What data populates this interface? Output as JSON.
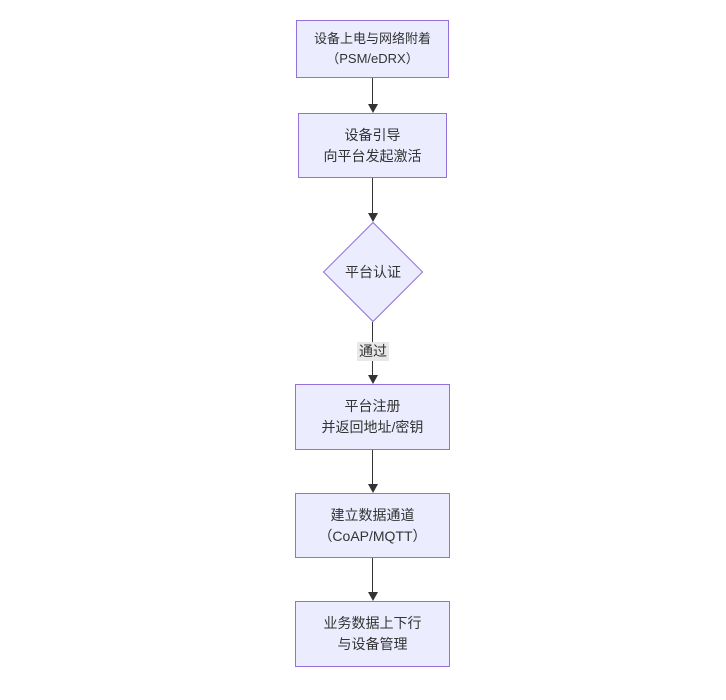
{
  "diagram": {
    "type": "flowchart",
    "direction": "top-down",
    "colors": {
      "background": "#ffffff",
      "node_fill": "#ECECFF",
      "node_border": "#9370DB",
      "text": "#333333",
      "arrow": "#333333",
      "edge_label_bg": "#e8e8e8"
    },
    "nodes": [
      {
        "id": "power-attach",
        "shape": "rect",
        "lines": [
          "设备上电与网络附着",
          "（PSM/eDRX）"
        ]
      },
      {
        "id": "bootstrap",
        "shape": "rect",
        "lines": [
          "设备引导",
          "向平台发起激活"
        ]
      },
      {
        "id": "auth",
        "shape": "diamond",
        "lines": [
          "平台认证"
        ]
      },
      {
        "id": "register",
        "shape": "rect",
        "lines": [
          "平台注册",
          "并返回地址/密钥"
        ]
      },
      {
        "id": "channel",
        "shape": "rect",
        "lines": [
          "建立数据通道",
          "（CoAP/MQTT）"
        ]
      },
      {
        "id": "business",
        "shape": "rect",
        "lines": [
          "业务数据上下行",
          "与设备管理"
        ]
      }
    ],
    "edges": [
      {
        "from": "power-attach",
        "to": "bootstrap",
        "label": ""
      },
      {
        "from": "bootstrap",
        "to": "auth",
        "label": ""
      },
      {
        "from": "auth",
        "to": "register",
        "label": "通过"
      },
      {
        "from": "register",
        "to": "channel",
        "label": ""
      },
      {
        "from": "channel",
        "to": "business",
        "label": ""
      }
    ]
  }
}
